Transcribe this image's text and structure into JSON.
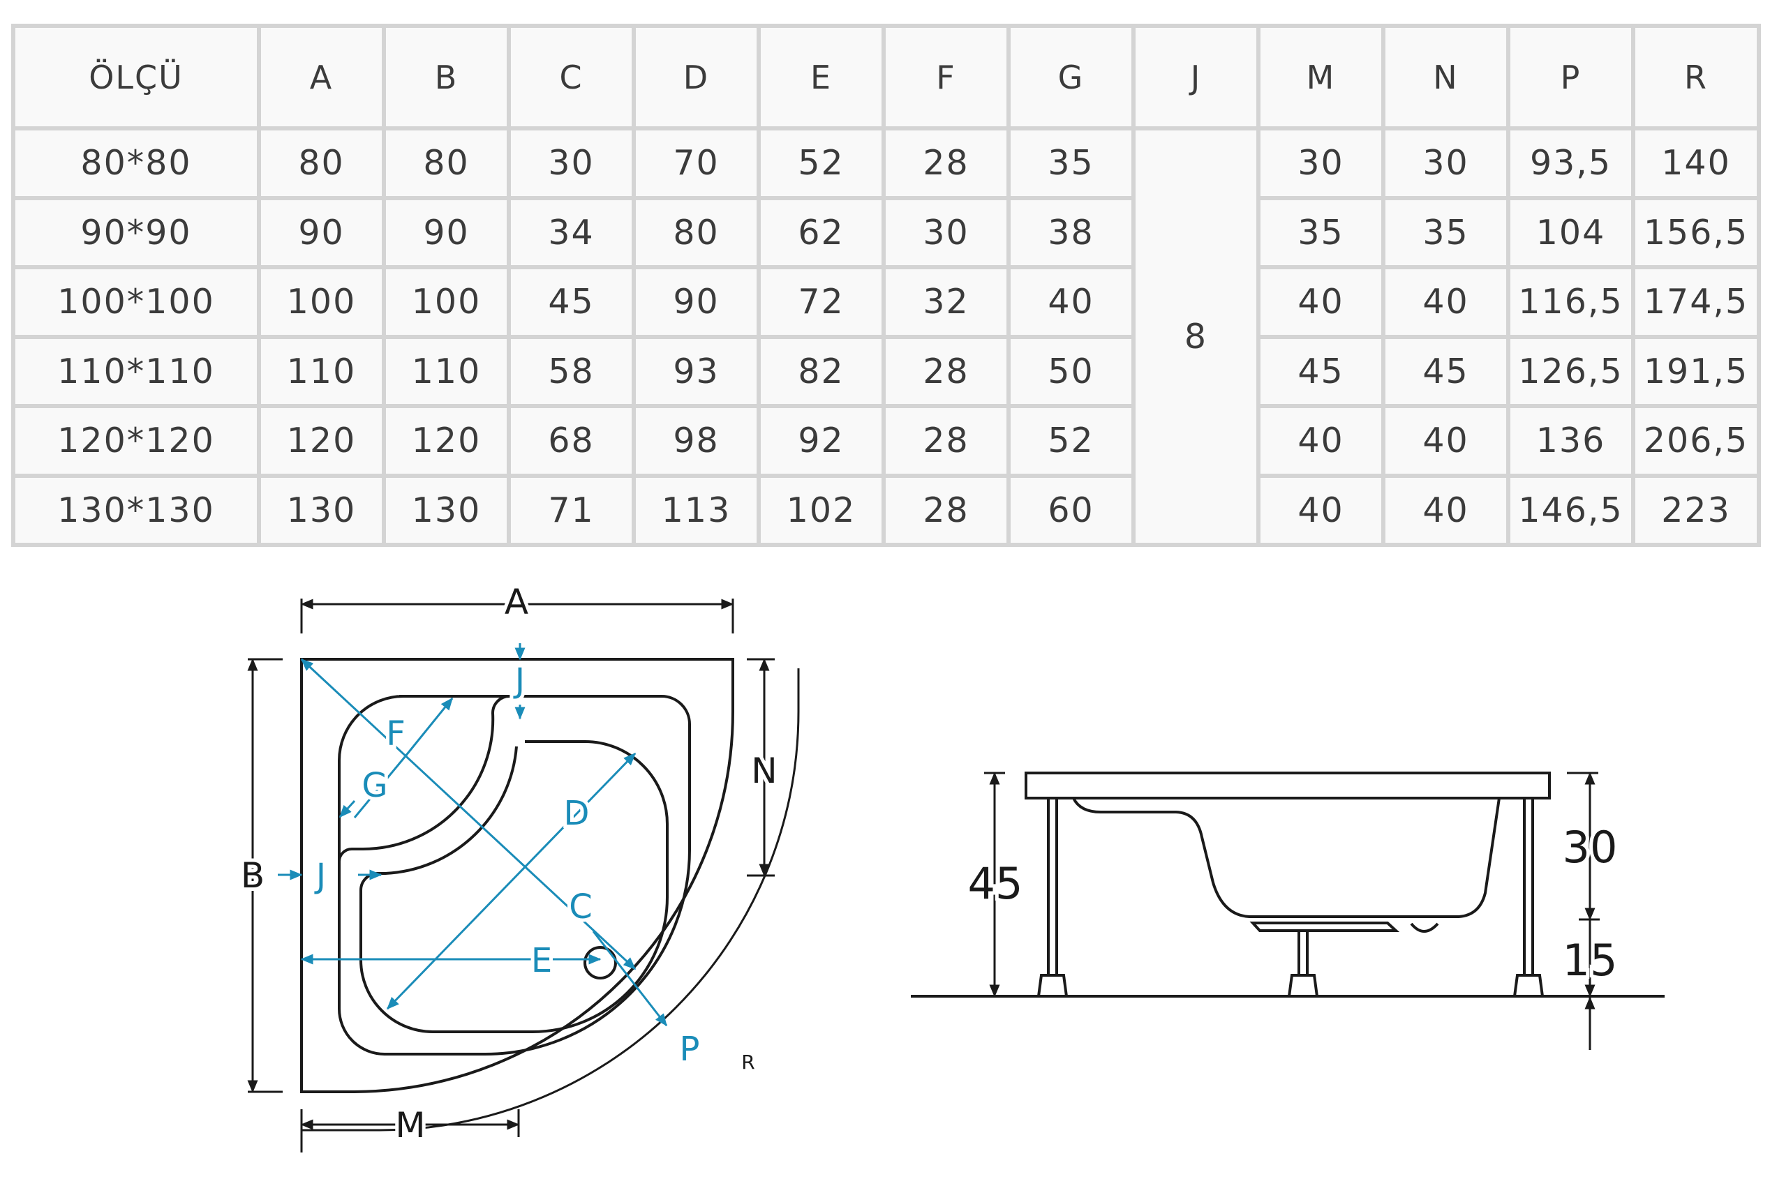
{
  "table": {
    "columns": [
      "ÖLÇÜ",
      "A",
      "B",
      "C",
      "D",
      "E",
      "F",
      "G",
      "J",
      "M",
      "N",
      "P",
      "R"
    ],
    "rows": [
      [
        "80*80",
        "80",
        "80",
        "30",
        "70",
        "52",
        "28",
        "35",
        "30",
        "30",
        "93,5",
        "140"
      ],
      [
        "90*90",
        "90",
        "90",
        "34",
        "80",
        "62",
        "30",
        "38",
        "35",
        "35",
        "104",
        "156,5"
      ],
      [
        "100*100",
        "100",
        "100",
        "45",
        "90",
        "72",
        "32",
        "40",
        "40",
        "40",
        "116,5",
        "174,5"
      ],
      [
        "110*110",
        "110",
        "110",
        "58",
        "93",
        "82",
        "28",
        "50",
        "45",
        "45",
        "126,5",
        "191,5"
      ],
      [
        "120*120",
        "120",
        "120",
        "68",
        "98",
        "92",
        "28",
        "52",
        "40",
        "40",
        "136",
        "206,5"
      ],
      [
        "130*130",
        "130",
        "130",
        "71",
        "113",
        "102",
        "28",
        "60",
        "40",
        "40",
        "146,5",
        "223"
      ]
    ],
    "j_value": "8"
  },
  "top_view": {
    "A": "A",
    "B": "B",
    "C": "C",
    "D": "D",
    "E": "E",
    "F": "F",
    "G": "G",
    "J1": "J",
    "J2": "J",
    "M": "M",
    "N": "N",
    "P": "P",
    "R": "R"
  },
  "side_view": {
    "h_total": "45",
    "h_tray": "30",
    "h_leg": "15"
  },
  "colors": {
    "accent": "#1a8cb8",
    "line": "#1a1a1a",
    "grid": "#d4d4d4"
  }
}
